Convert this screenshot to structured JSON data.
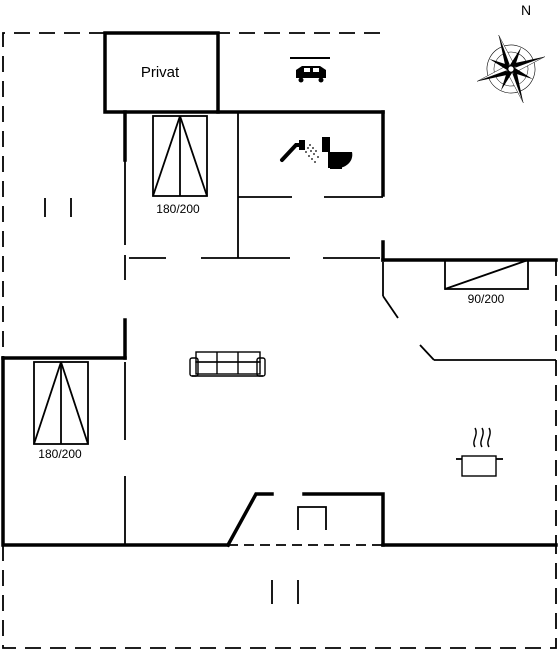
{
  "rooms": {
    "privat_label": "Privat",
    "bed1_label": "180/200",
    "bed2_label": "180/200",
    "bed3_label": "90/200"
  },
  "compass": {
    "north_label": "N"
  }
}
